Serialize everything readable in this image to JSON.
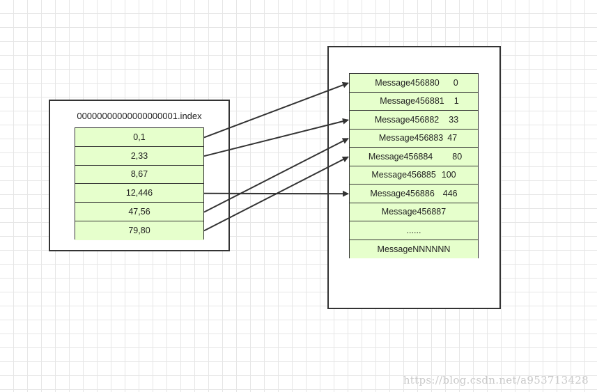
{
  "index_file": {
    "title": "00000000000000000001.index",
    "entries": [
      "0,1",
      "2,33",
      "8,67",
      "12,446",
      "47,56",
      "79,80"
    ]
  },
  "log_file": {
    "entries": [
      {
        "message": "Message456880",
        "offset": "0"
      },
      {
        "message": "Message456881",
        "offset": "1"
      },
      {
        "message": "Message456882",
        "offset": "33"
      },
      {
        "message": "Message456883",
        "offset": "47"
      },
      {
        "message": "Message456884",
        "offset": "80"
      },
      {
        "message": "Message456885",
        "offset": "100"
      },
      {
        "message": "Message456886",
        "offset": "446"
      },
      {
        "message": "Message456887",
        "offset": ""
      },
      {
        "message": "......",
        "offset": ""
      },
      {
        "message": "MessageNNNNNN",
        "offset": ""
      }
    ]
  },
  "arrows": [
    {
      "from": 0,
      "to": 0
    },
    {
      "from": 1,
      "to": 2
    },
    {
      "from": 3,
      "to": 6
    },
    {
      "from": 4,
      "to": 3
    },
    {
      "from": 5,
      "to": 4
    }
  ],
  "colors": {
    "cell_fill": "#e6ffcc",
    "border": "#333333",
    "arrow": "#333333",
    "grid": "#e6e6e6"
  },
  "watermark": "https://blog.csdn.net/a953713428"
}
